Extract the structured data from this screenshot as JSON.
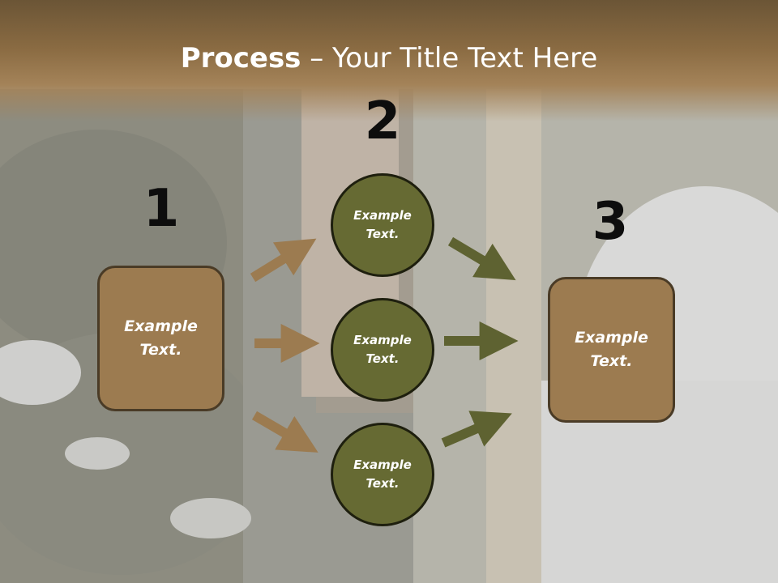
{
  "title": {
    "bold": "Process",
    "rest": " – Your Title Text Here"
  },
  "steps": [
    {
      "number": "1",
      "label": "Example Text."
    },
    {
      "number": "2",
      "labels": [
        "Example Text.",
        "Example Text.",
        "Example Text."
      ]
    },
    {
      "number": "3",
      "label": "Example Text."
    }
  ],
  "colors": {
    "brown_box": "#9c7b50",
    "olive_circle": "#666a33",
    "brown_arrow": "#9c7b50",
    "olive_arrow": "#5e6231",
    "title_bar": "#8a6b42"
  }
}
